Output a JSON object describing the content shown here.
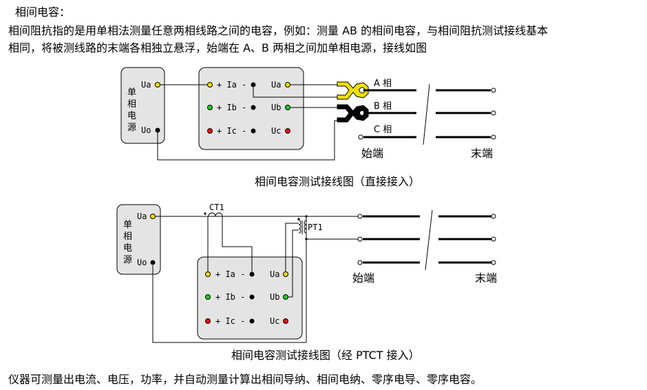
{
  "heading": "相间电容：",
  "paragraph": {
    "line1": "相间阻抗指的是用单相法测量任意两相线路之间的电容，例如：测量 AB 的相间电容，与相间阻抗测试接线基本",
    "line2": "相同，将被测线路的末端各相独立悬浮，始端在 A、B 两相之间加单相电源，接线如图"
  },
  "diagram1": {
    "caption": "相间电容测试接线图（直接接入）",
    "source_label": [
      "单",
      "相",
      "电",
      "源"
    ],
    "source_terminals": {
      "ua": "Ua",
      "uo": "Uo"
    },
    "instrument_rows": [
      {
        "current": "+ Ia -",
        "voltage": "Ua",
        "color": "#f0e000"
      },
      {
        "current": "+ Ib -",
        "voltage": "Ub",
        "color": "#22cc22"
      },
      {
        "current": "+ Ic -",
        "voltage": "Uc",
        "color": "#ee1111"
      }
    ],
    "phases": [
      "A 相",
      "B 相",
      "C 相"
    ],
    "start_label": "始端",
    "end_label": "末端",
    "clip_colors": {
      "a": "#f0e000",
      "b": "#000000"
    }
  },
  "diagram2": {
    "caption": "相间电容测试接线图（经 PTCT 接入）",
    "source_label": [
      "单",
      "相",
      "电",
      "源"
    ],
    "source_terminals": {
      "ua": "Ua",
      "uo": "Uo"
    },
    "instrument_rows": [
      {
        "current": "+ Ia -",
        "voltage": "Ua",
        "color": "#f0e000"
      },
      {
        "current": "+ Ib -",
        "voltage": "Ub",
        "color": "#22cc22"
      },
      {
        "current": "+ Ic -",
        "voltage": "Uc",
        "color": "#ee1111"
      }
    ],
    "ct_label": "CT1",
    "pt_label": "PT1",
    "start_label": "始端",
    "end_label": "末端"
  },
  "footer": "仪器可测量出电流、电压，功率，并自动测量计算出相间导纳、相间电纳、零序电导、零序电容。",
  "colors": {
    "box_fill": "#e4e4e4",
    "yellow": "#f0e000",
    "green": "#22cc22",
    "red": "#ee1111"
  }
}
